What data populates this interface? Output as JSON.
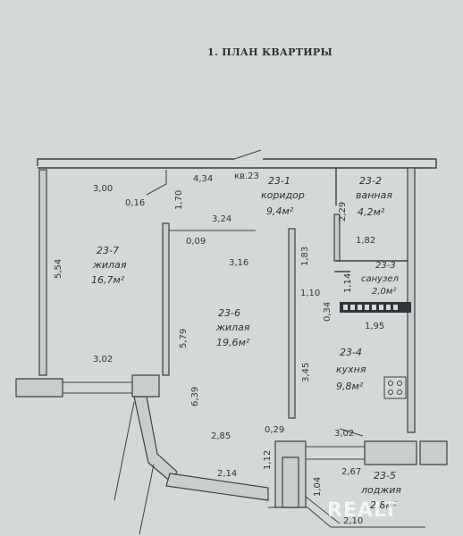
{
  "title": "1. ПЛАН КВАРТИРЫ",
  "apartment": "кв.23",
  "rooms": [
    {
      "id": "23-1",
      "name": "коридор",
      "area": "9,4м²"
    },
    {
      "id": "23-2",
      "name": "ванная",
      "area": "4,2м²"
    },
    {
      "id": "23-3",
      "name": "санузел",
      "area": "2,0м²"
    },
    {
      "id": "23-4",
      "name": "кухня",
      "area": "9,8м²"
    },
    {
      "id": "23-5",
      "name": "лоджия",
      "area": "2,8м²"
    },
    {
      "id": "23-6",
      "name": "жилая",
      "area": "19,6м²"
    },
    {
      "id": "23-7",
      "name": "жилая",
      "area": "16,7м²"
    }
  ],
  "dimensions": {
    "d_3_00": "3,00",
    "d_0_16": "0,16",
    "d_1_70": "1,70",
    "d_4_34": "4,34",
    "d_2_29": "2,29",
    "d_3_24": "3,24",
    "d_0_09": "0,09",
    "d_5_54": "5,54",
    "d_3_16": "3,16",
    "d_1_83": "1,83",
    "d_1_82": "1,82",
    "d_1_14": "1,14",
    "d_1_10": "1,10",
    "d_0_34": "0,34",
    "d_1_95": "1,95",
    "d_5_79": "5,79",
    "d_3_02_left": "3,02",
    "d_6_39": "6,39",
    "d_3_45": "3,45",
    "d_2_85": "2,85",
    "d_0_29": "0,29",
    "d_3_02_right": "3,02",
    "d_2_67": "2,67",
    "d_1_12": "1,12",
    "d_2_14": "2,14",
    "d_1_04": "1,04",
    "d_2_10": "2,10"
  },
  "watermark": "REALT",
  "colors": {
    "paper": "#d4d8d7",
    "ink": "#3a4046"
  }
}
